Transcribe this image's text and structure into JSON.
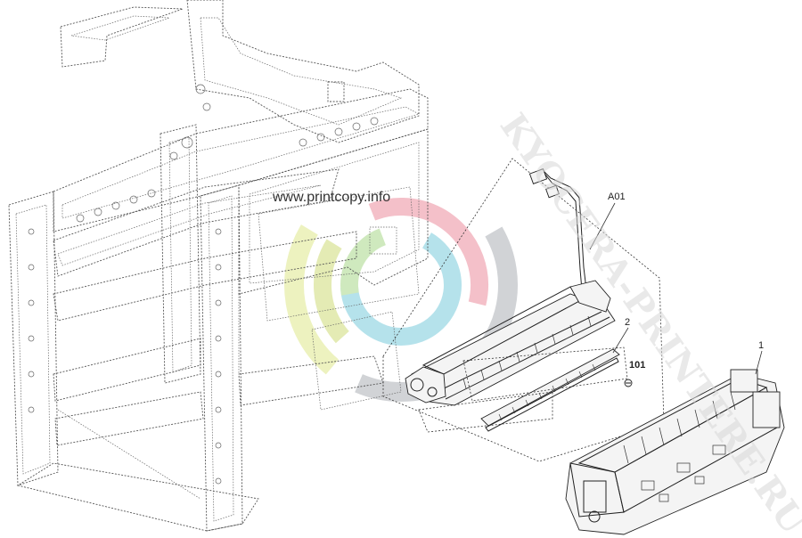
{
  "watermark": {
    "url": "www.printcopy.info",
    "arc_text": "KYOCERA-PRINTERE.RU"
  },
  "callouts": {
    "assembly": "A01",
    "part_1": "1",
    "part_2": "2",
    "part_101": "101"
  },
  "colors": {
    "ring_red": "#f3b6c0",
    "ring_cyan": "#a9dde8",
    "ring_yellow": "#eaf0b4",
    "ring_gray": "#c9ccd0",
    "line": "#222222"
  }
}
